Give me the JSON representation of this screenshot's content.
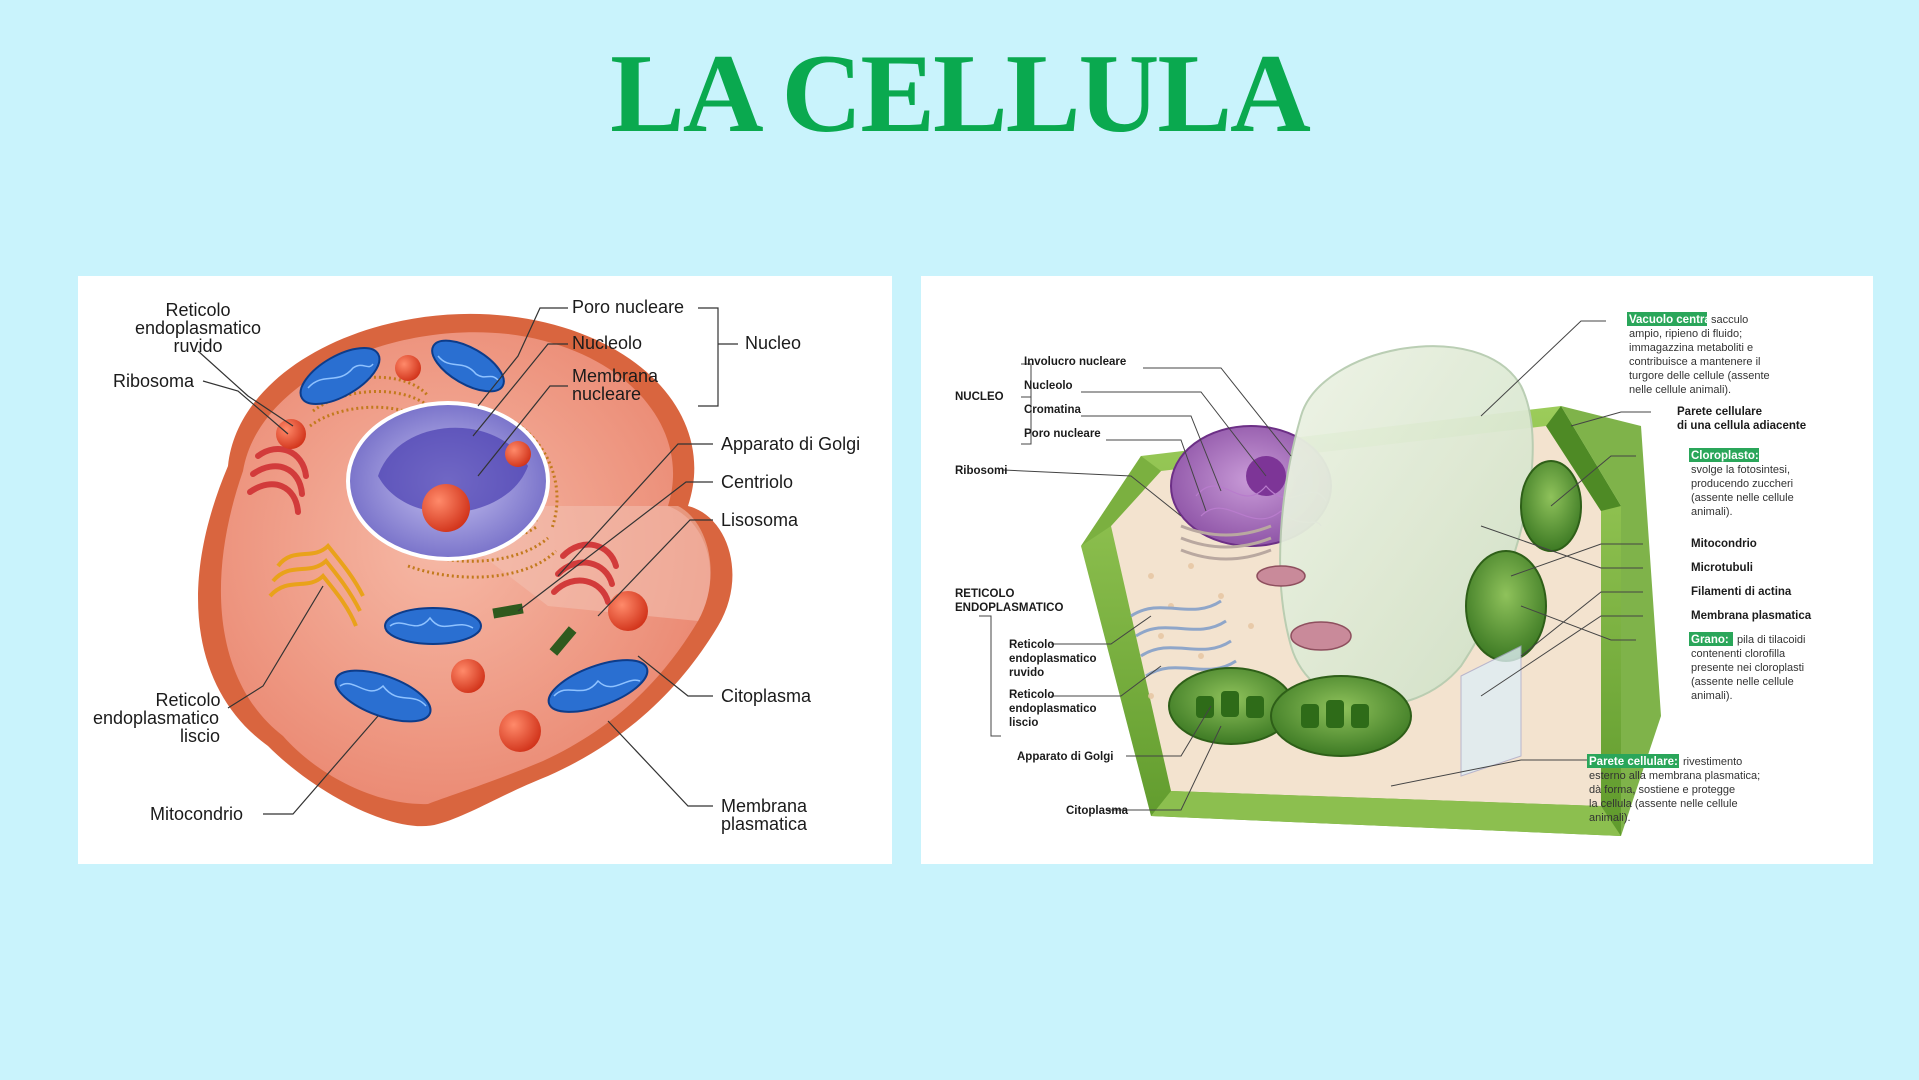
{
  "title": "LA CELLULA",
  "animal_cell": {
    "labels": {
      "reticolo_ruvido": [
        "Reticolo",
        "endoplasmatico",
        "ruvido"
      ],
      "ribosoma": "Ribosoma",
      "poro_nucleare": "Poro nucleare",
      "nucleolo": "Nucleolo",
      "membrana_nucleare": [
        "Membrana",
        "nucleare"
      ],
      "nucleo": "Nucleo",
      "golgi": "Apparato di Golgi",
      "centriolo": "Centriolo",
      "lisosoma": "Lisosoma",
      "reticolo_liscio": [
        "Reticolo",
        "endoplasmatico",
        "liscio"
      ],
      "citoplasma": "Citoplasma",
      "mitocondrio": "Mitocondrio",
      "membrana_plasmatica": [
        "Membrana",
        "plasmatica"
      ]
    }
  },
  "plant_cell": {
    "labels": {
      "nucleo": "NUCLEO",
      "involucro": "Involucro nucleare",
      "nucleolo": "Nucleolo",
      "cromatina": "Cromatina",
      "poro": "Poro nucleare",
      "ribosomi": "Ribosomi",
      "reticolo": [
        "RETICOLO",
        "ENDOPLASMATICO"
      ],
      "reticolo_ruvido": [
        "Reticolo",
        "endoplasmatico",
        "ruvido"
      ],
      "reticolo_liscio": [
        "Reticolo",
        "endoplasmatico",
        "liscio"
      ],
      "golgi": "Apparato di Golgi",
      "citoplasma": "Citoplasma",
      "parete_adiacente": [
        "Parete cellulare",
        "di una cellula adiacente"
      ],
      "mitocondrio": "Mitocondrio",
      "microtubuli": "Microtubuli",
      "filamenti": "Filamenti di actina",
      "membrana": "Membrana plasmatica"
    },
    "callouts": {
      "vacuolo": {
        "head": "Vacuolo centrale:",
        "lines": [
          "sacculo",
          "ampio, ripieno di fluido;",
          "immagazzina metaboliti e",
          "contribuisce a mantenere il",
          "turgore delle cellule (assente",
          "nelle cellule animali)."
        ]
      },
      "cloroplasto": {
        "head": "Cloroplasto:",
        "lines": [
          "svolge la fotosintesi,",
          "producendo zuccheri",
          "(assente nelle cellule",
          "animali)."
        ]
      },
      "grano": {
        "head": "Grano:",
        "lines": [
          "pila di tilacoidi",
          "contenenti clorofilla",
          "presente nei cloroplasti",
          "(assente nelle cellule",
          "animali)."
        ]
      },
      "parete": {
        "head": "Parete cellulare:",
        "lines": [
          "rivestimento",
          "esterno alla membrana plasmatica;",
          "dà forma, sostiene e protegge",
          "la cellula (assente nelle cellule",
          "animali)."
        ]
      }
    }
  }
}
